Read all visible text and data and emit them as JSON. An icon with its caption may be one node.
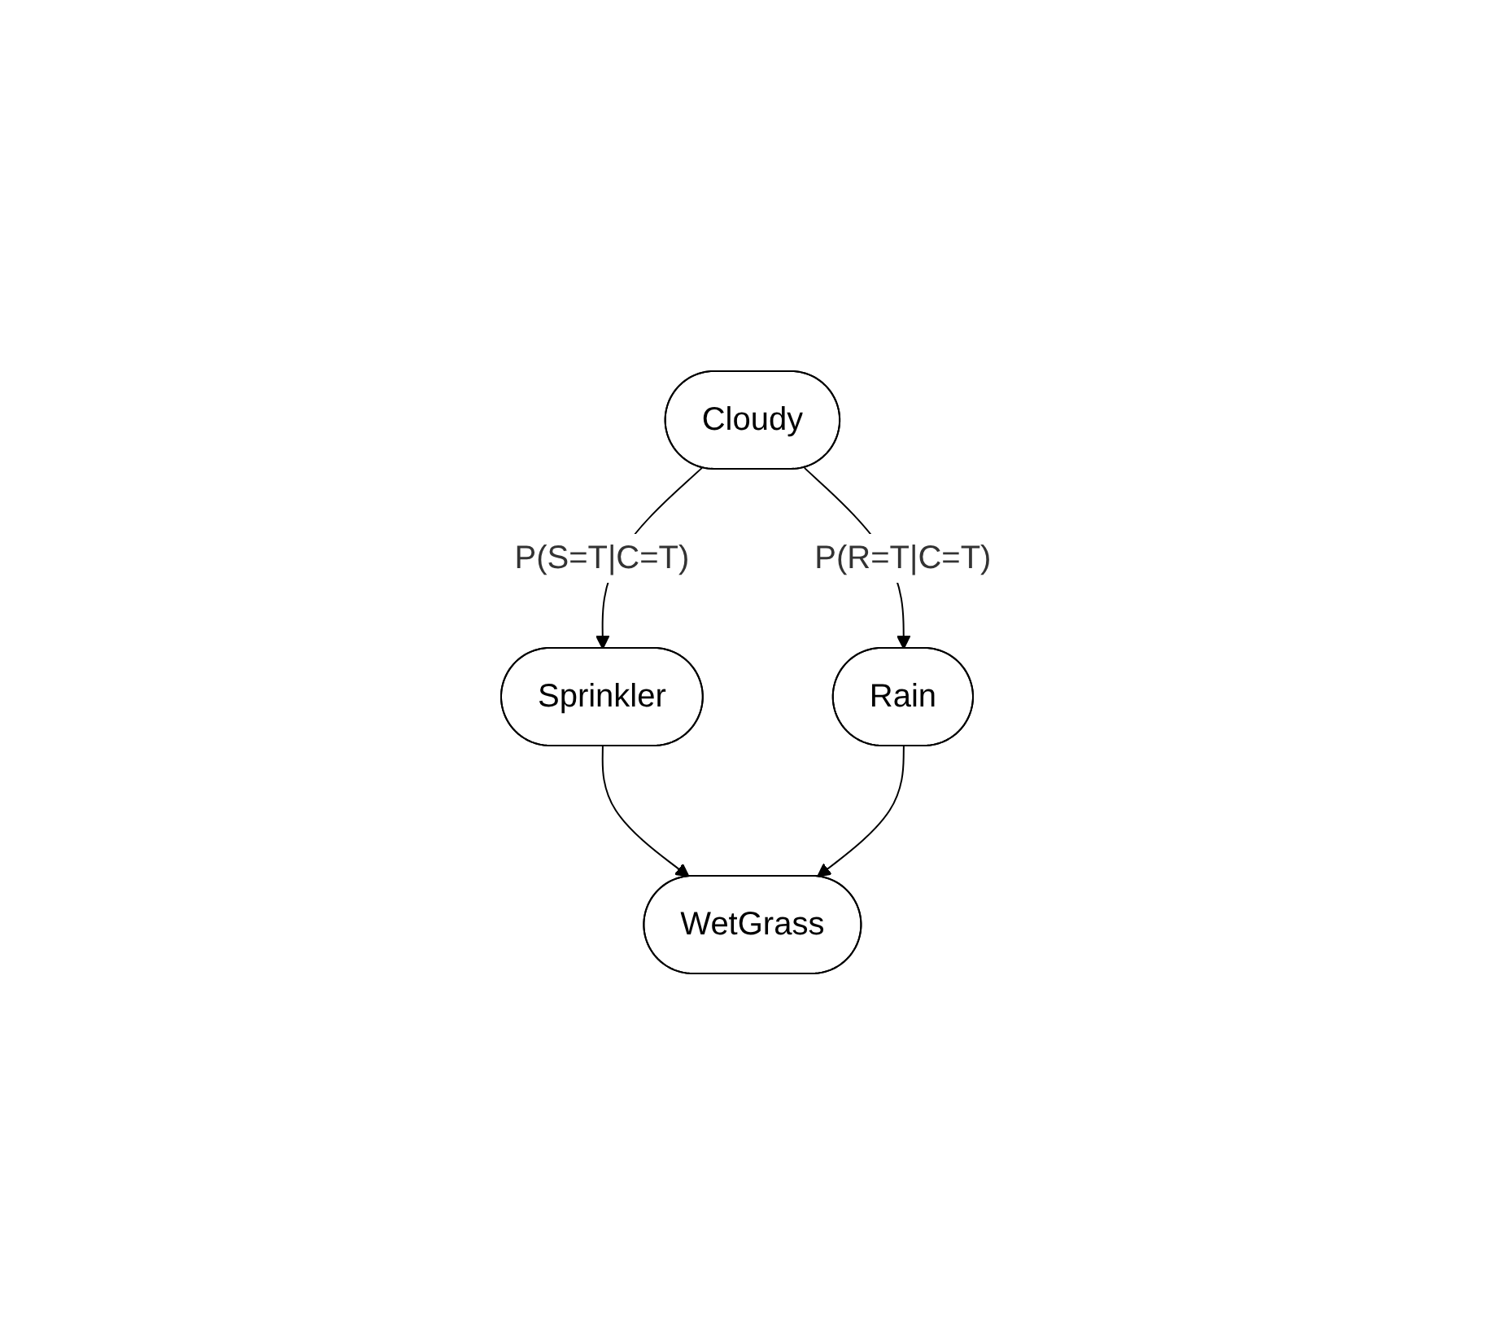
{
  "diagram": {
    "nodes": [
      {
        "text": [
          "Cloudy"
        ]
      },
      {
        "text": [
          "Sprinkler"
        ]
      },
      {
        "text": [
          "Rain"
        ]
      },
      {
        "text": [
          "WetGrass"
        ]
      }
    ],
    "edges": [
      {
        "from": 0,
        "to": 1,
        "arrow": "to",
        "label": "P(S=T|C=T)"
      },
      {
        "from": 0,
        "to": 2,
        "arrow": "to",
        "label": "P(R=T|C=T)"
      },
      {
        "from": 1,
        "to": 3,
        "arrow": "to"
      },
      {
        "from": 2,
        "to": 3,
        "arrow": "to"
      }
    ]
  }
}
